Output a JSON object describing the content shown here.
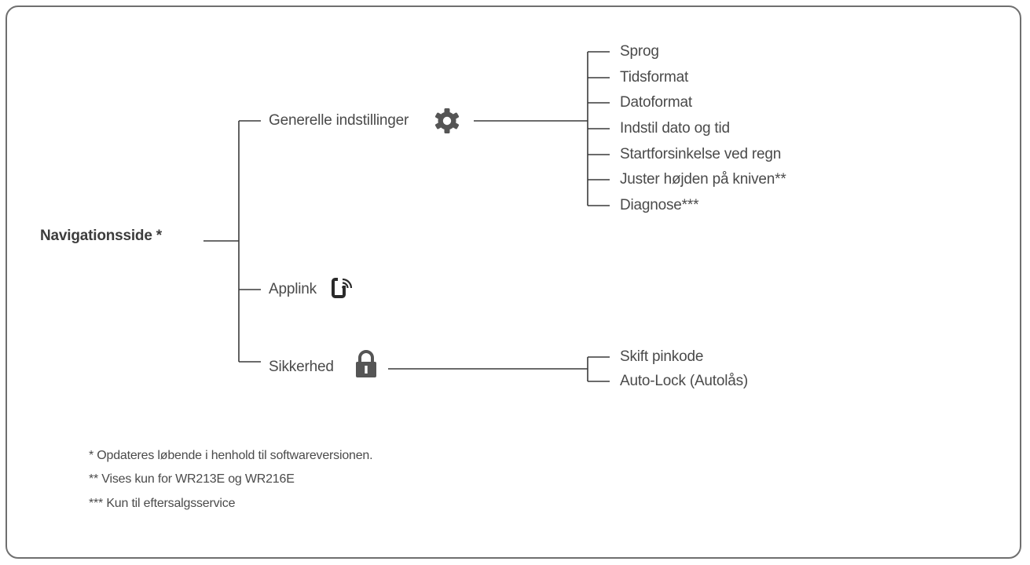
{
  "diagram": {
    "root": "Navigationsside *",
    "branches": [
      {
        "label": "Generelle indstillinger",
        "icon": "gear-icon",
        "children": [
          "Sprog",
          "Tidsformat",
          "Datoformat",
          "Indstil dato og tid",
          "Startforsinkelse ved regn",
          "Juster højden på kniven**",
          "Diagnose***"
        ]
      },
      {
        "label": "Applink",
        "icon": "phone-signal-icon",
        "children": []
      },
      {
        "label": "Sikkerhed",
        "icon": "lock-icon",
        "children": [
          "Skift pinkode",
          "Auto-Lock (Autolås)"
        ]
      }
    ]
  },
  "footnotes": [
    "* Opdateres løbende i henhold til softwareversionen.",
    "** Vises kun for WR213E og WR216E",
    "*** Kun til eftersalgsservice"
  ],
  "colors": {
    "line": "#3a3a3a",
    "text": "#4a4a4a",
    "icon": "#555555",
    "frame": "#6f6f6f"
  }
}
